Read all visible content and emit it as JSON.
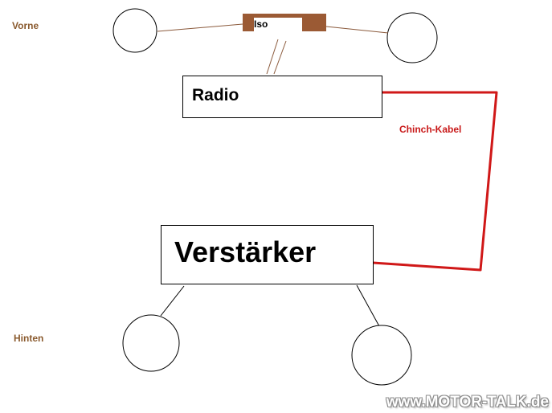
{
  "labels": {
    "front": "Vorne",
    "rear": "Hinten",
    "iso": "Iso",
    "radio": "Radio",
    "amplifier": "Verstärker",
    "cable": "Chinch-Kabel"
  },
  "watermark": "www.MOTOR-TALK.de",
  "colors": {
    "label_brown": "#8a5a2e",
    "iso_connector": "#9b5a34",
    "wire_brown": "#8b5a3c",
    "cable_red": "#d01818",
    "outline": "#000000"
  }
}
